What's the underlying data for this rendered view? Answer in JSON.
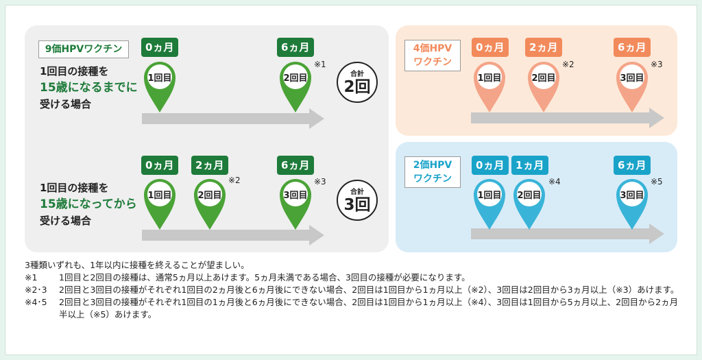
{
  "colors": {
    "green": "#1e7b3a",
    "orange": "#f28a5b",
    "blue": "#1aa3c9",
    "arrow": "#c8c8c8"
  },
  "nine": {
    "title": "9価HPVワクチン",
    "case1": {
      "line1": "1回目の接種を",
      "line2": "15歳になるまでに",
      "line3": "受ける場合",
      "months": [
        "0ヵ月",
        "6ヵ月"
      ],
      "doses": [
        "1回目",
        "2回目"
      ],
      "note": "※1",
      "sum_label": "合計",
      "sum_value": "2回"
    },
    "case2": {
      "line1": "1回目の接種を",
      "line2": "15歳になってから",
      "line3": "受ける場合",
      "months": [
        "0ヵ月",
        "2ヵ月",
        "6ヵ月"
      ],
      "doses": [
        "1回目",
        "2回目",
        "3回目"
      ],
      "notes": [
        "※2",
        "※3"
      ],
      "sum_label": "合計",
      "sum_value": "3回"
    }
  },
  "four": {
    "title_l1": "4価HPV",
    "title_l2": "ワクチン",
    "months": [
      "0ヵ月",
      "2ヵ月",
      "6ヵ月"
    ],
    "doses": [
      "1回目",
      "2回目",
      "3回目"
    ],
    "notes": [
      "※2",
      "※3"
    ]
  },
  "two": {
    "title_l1": "2価HPV",
    "title_l2": "ワクチン",
    "months": [
      "0ヵ月",
      "1ヵ月",
      "6ヵ月"
    ],
    "doses": [
      "1回目",
      "2回目",
      "3回目"
    ],
    "notes": [
      "※4",
      "※5"
    ]
  },
  "footnotes": {
    "intro": "3種類いずれも、1年以内に接種を終えることが望ましい。",
    "items": [
      {
        "key": "※1",
        "text": "1回目と2回目の接種は、通常5ヵ月以上あけます。5ヵ月未満である場合、3回目の接種が必要になります。"
      },
      {
        "key": "※2･3",
        "text": "2回目と3回目の接種がそれぞれ1回目の2ヵ月後と6ヵ月後にできない場合、2回目は1回目から1ヵ月以上（※2）、3回目は2回目から3ヵ月以上（※3）あけます。"
      },
      {
        "key": "※4･5",
        "text": "2回目と3回目の接種がそれぞれ1回目の1ヵ月後と6ヵ月後にできない場合、2回目は1回目から1ヵ月以上（※4）、3回目は1回目から5ヵ月以上、2回目から2ヵ月半以上（※5）あけます。"
      }
    ]
  }
}
